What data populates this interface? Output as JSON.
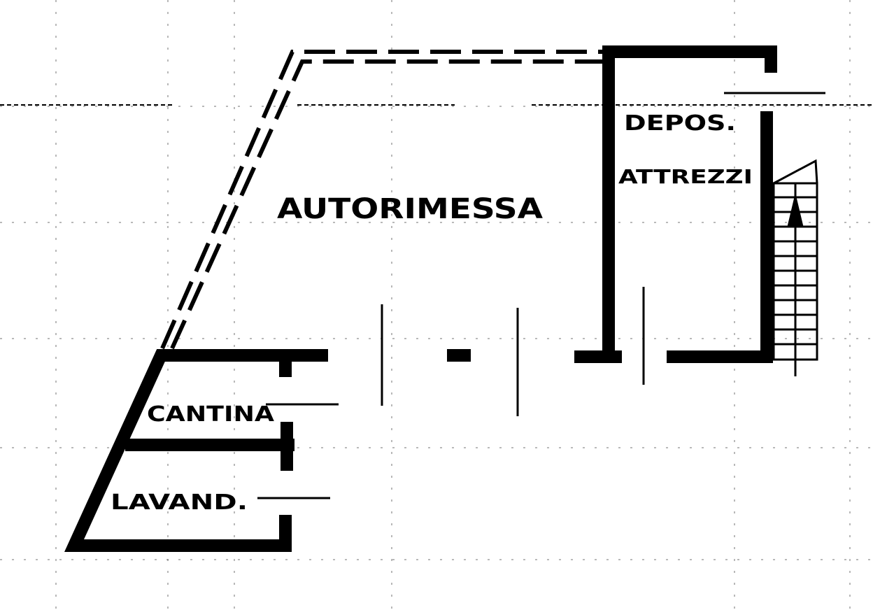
{
  "plan": {
    "rooms": {
      "garage": "AUTORIMESSA",
      "deposit_line1": "DEPOS.",
      "deposit_line2": "ATTREZZI",
      "cellar": "CANTINA",
      "laundry": "LAVAND."
    },
    "colors": {
      "ink": "#000000",
      "paper": "#ffffff"
    }
  }
}
